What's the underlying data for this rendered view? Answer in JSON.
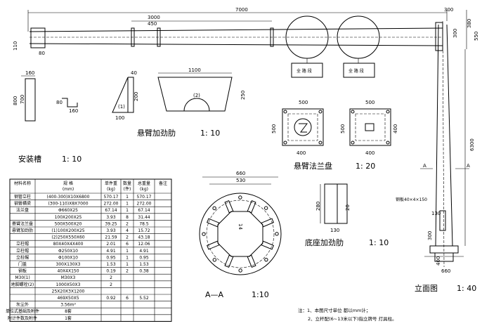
{
  "top_view": {
    "dim_total": "7000",
    "dim_span": "3000",
    "dim_450": "450",
    "dim_80": "80",
    "dim_110": "110",
    "dim_300_top": "300",
    "dim_300_side": "300",
    "dim_380": "380",
    "dim_550": "550",
    "sign_left": "全 路 段",
    "sign_right": "全 路 段"
  },
  "groove": {
    "dim_160": "160",
    "dim_800": "800",
    "dim_700": "700",
    "dim_80": "80",
    "dim_160b": "160",
    "title": "安装槽",
    "scale": "1: 10"
  },
  "rib": {
    "dim_40": "40",
    "dim_200": "200",
    "dim_100": "100",
    "part1": "(1)",
    "dim_1100": "1100",
    "part2": "(2)",
    "dim_250": "250",
    "title": "悬臂加劲肋",
    "scale": "1: 10"
  },
  "flange": {
    "dim_500a": "500",
    "dim_500b": "500",
    "dim_400a": "400",
    "dim_500c": "500",
    "dim_500d": "500",
    "dim_400b": "400",
    "dim_400c": "400",
    "title": "悬臂法兰盘",
    "scale": "1: 20"
  },
  "base": {
    "dim_660": "660",
    "dim_530": "530",
    "dim_14": "14",
    "title": "A—A",
    "scale": "1:10"
  },
  "base_rib": {
    "dim_280": "280",
    "dim_20": "20",
    "dim_130": "130",
    "title": "底座加劲肋",
    "scale": "1: 10"
  },
  "elevation": {
    "dim_6300": "6300",
    "dim_plate": "钢板40×4×150",
    "dim_130": "130",
    "dim_400": "400",
    "dim_660": "660",
    "dim_300": "300",
    "mark_a": "A",
    "title": "立面图",
    "scale": "1: 40"
  },
  "table": {
    "headers": [
      "材料名称",
      "规    格\n(mm)",
      "单件重\n(kg)",
      "数量\n(件)",
      "总重量\n(kg)",
      "备注"
    ],
    "rows": [
      [
        "钢管立柱",
        "(400-300)X10X6800",
        "570.17",
        "1",
        "570.17",
        ""
      ],
      [
        "钢管横梁",
        "(300-110)X8X7000",
        "272.00",
        "1",
        "272.00",
        ""
      ],
      [
        "法兰盘",
        "Φ660X25",
        "67.14",
        "1",
        "67.14",
        ""
      ],
      [
        "",
        "100X200X25",
        "3.93",
        "8",
        "31.44",
        ""
      ],
      [
        "悬臂法兰盘",
        "500X500X20",
        "39.25",
        "2",
        "78.5",
        ""
      ],
      [
        "悬臂加劲肋",
        "(1)100X200X25",
        "3.93",
        "4",
        "15.72",
        ""
      ],
      [
        "",
        "(2)250X550X60",
        "21.59",
        "2",
        "43.18",
        ""
      ],
      [
        "立柱帽",
        "80X40X4X400",
        "2.01",
        "6",
        "12.06",
        ""
      ],
      [
        "立柱帽",
        "Φ250X10",
        "4.91",
        "1",
        "4.91",
        ""
      ],
      [
        "立柱帽",
        "Φ100X10",
        "0.95",
        "1",
        "0.95",
        ""
      ],
      [
        "门盖",
        "300X130X3",
        "1.53",
        "1",
        "1.53",
        ""
      ],
      [
        "钢板",
        "40X4X150",
        "0.19",
        "2",
        "0.38",
        ""
      ],
      [
        "M30(1)",
        "M30X3",
        "2",
        "",
        "",
        ""
      ],
      [
        "地脚螺栓(2)",
        "1000X50X3",
        "2",
        "",
        "",
        ""
      ],
      [
        "",
        "25X20X3X1200",
        "",
        "",
        "",
        ""
      ],
      [
        "",
        "469X50X5",
        "0.92",
        "6",
        "5.52",
        ""
      ],
      [
        "灰尘外",
        "3.56m³",
        "",
        "",
        "",
        ""
      ],
      [
        "单位式基础及附件",
        "8套",
        "",
        "",
        "",
        ""
      ],
      [
        "附计件数及附件",
        "1套",
        "",
        "",
        "",
        ""
      ]
    ]
  },
  "notes": {
    "line1": "注：1、本图尺寸单位 都以mm计；",
    "line2": "2、立杆配(6~13米以下)指立牌号 灯具柱。"
  }
}
